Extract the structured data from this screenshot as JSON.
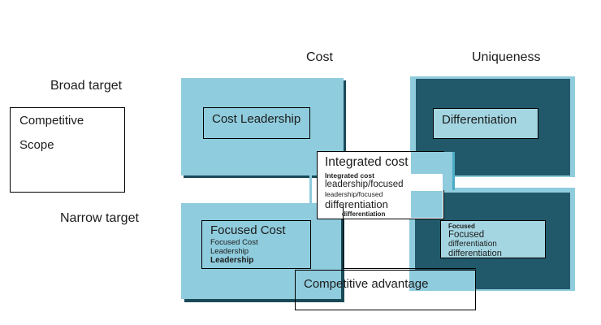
{
  "axis_labels": {
    "top_left": "Cost",
    "top_right": "Uniqueness",
    "row_top": "Broad target",
    "row_bottom": "Narrow target"
  },
  "scope_box": {
    "line1": "Competitive",
    "line2": "Scope"
  },
  "quadrants": {
    "broad_cost": {
      "label": "Cost Leadership"
    },
    "broad_uniqueness": {
      "label": "Differentiation"
    },
    "narrow_cost": {
      "line1": "Focused Cost",
      "line2": "Focused Cost",
      "line3": "Leadership",
      "line4": "Leadership"
    },
    "narrow_uniqueness": {
      "line1": "Focused",
      "line2": "Focused",
      "line3": "differentiation",
      "line4": "differentiation"
    }
  },
  "integrated_box": {
    "line1": "Integrated cost",
    "line2": "Integrated cost",
    "line3": "leadership/focused",
    "line4": "leadership/focused",
    "line5": "differentiation",
    "line6": "differentiation"
  },
  "bottom_box": {
    "label": "Competitive advantage"
  },
  "colors": {
    "light_blue": "#8fccdd",
    "lighter_blue": "#a4d6e2",
    "dark_teal": "#21596a",
    "shadow_teal": "#1a4a58",
    "patch_edge_teal": "#4bacc6",
    "text": "#1c1c1c",
    "background": "#ffffff"
  }
}
